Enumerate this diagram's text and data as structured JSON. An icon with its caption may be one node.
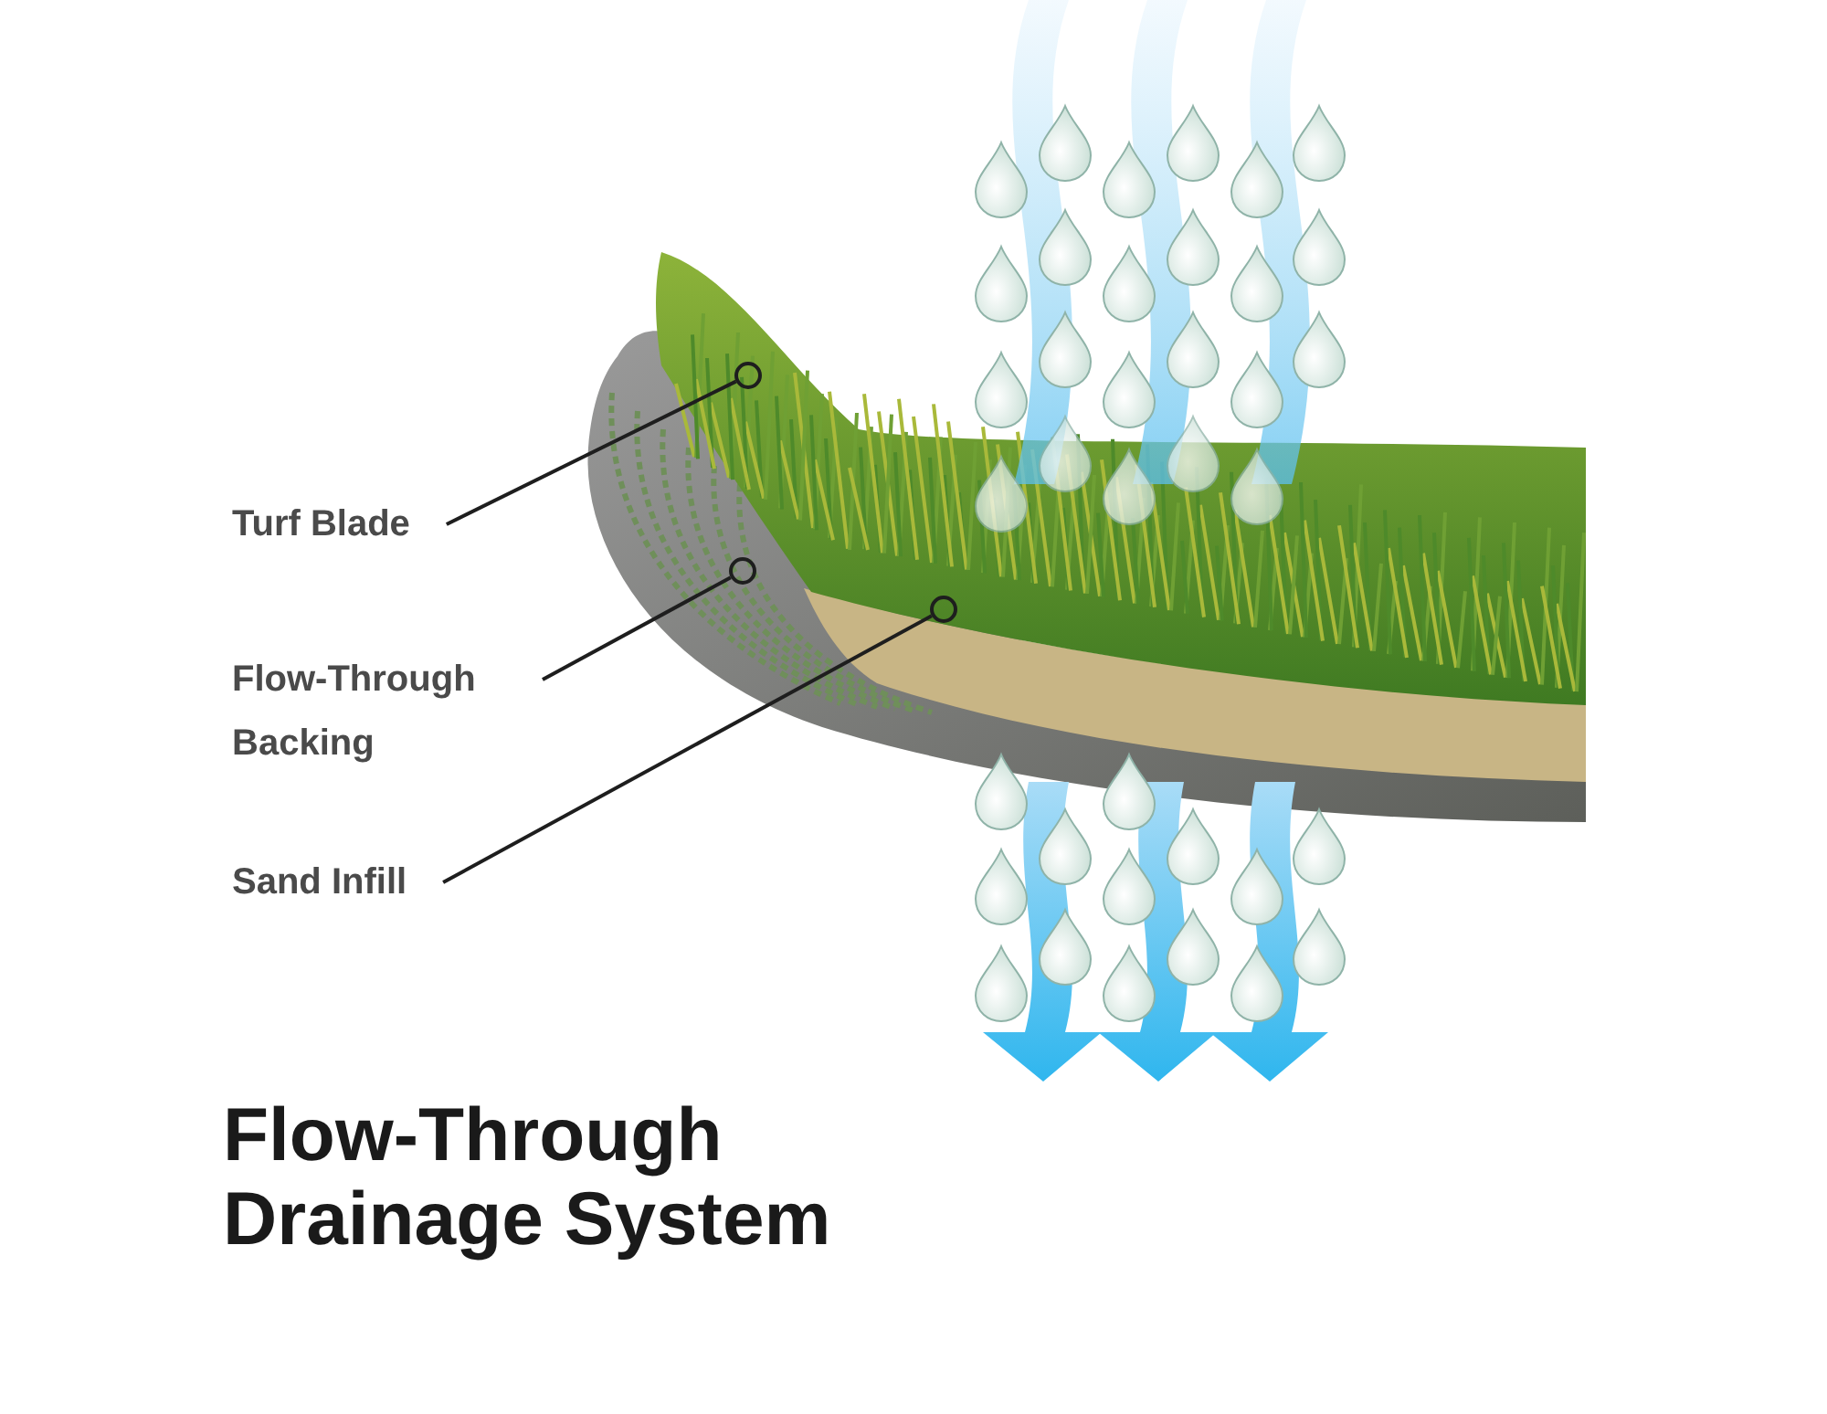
{
  "diagram": {
    "title": "Flow-Through Drainage System",
    "nodes": [
      {
        "text": [
          "Turf Blade"
        ]
      },
      {
        "text": [
          "Flow-Through Backing"
        ]
      },
      {
        "text": [
          "Sand Infill"
        ]
      },
      {
        "text": [],
        "shape": "circle"
      },
      {
        "text": [],
        "shape": "circle"
      },
      {
        "text": [],
        "shape": "circle"
      }
    ],
    "edges": [
      {
        "from": 0,
        "to": 3,
        "arrow": "none"
      },
      {
        "from": 1,
        "to": 4,
        "arrow": "none"
      },
      {
        "from": 2,
        "to": 5,
        "arrow": "none"
      }
    ]
  }
}
